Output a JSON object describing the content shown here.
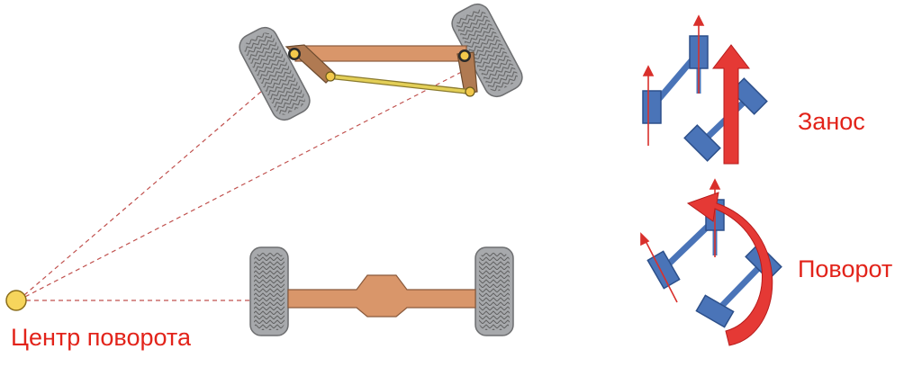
{
  "labels": {
    "turning_center": "Центр поворота",
    "skid": "Занос",
    "turn": "Поворот"
  },
  "colors": {
    "label_red": "#e2231a",
    "tire": "#a7a9ac",
    "tire_tread": "#555555",
    "beam": "#d9966a",
    "beam_outline": "#8a5a3c",
    "tie_rod": "#e3cf57",
    "joint": "#f2c84b",
    "knuckle": "#7a5a3a",
    "center_dot": "#f6d55c",
    "guide_line": "#c0504d",
    "wheel_blue": "#4a74b8",
    "wheel_blue_dark": "#2c4f8a",
    "arrow_red": "#e53935"
  }
}
